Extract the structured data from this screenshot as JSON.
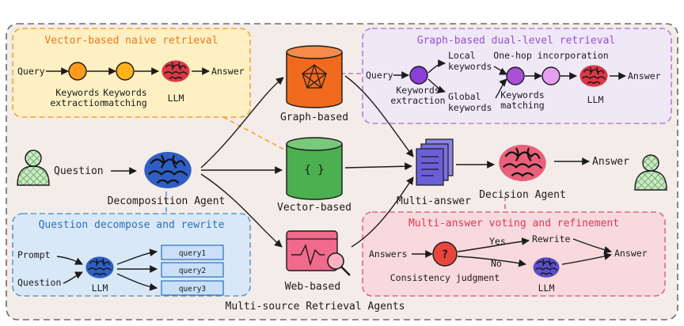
{
  "colors": {
    "outer_fill": "#f4ece8",
    "vector_box_fill": "#fdf0c2",
    "vector_box_stroke": "#f2a33a",
    "vector_title": "#e8791e",
    "graph_box_fill": "#efe8f7",
    "graph_box_stroke": "#b57fd9",
    "graph_title": "#9a4fd0",
    "decompose_box_fill": "#d9e8f7",
    "decompose_box_stroke": "#5b9bd5",
    "decompose_title": "#2f6fb8",
    "voting_box_fill": "#f8d9de",
    "voting_box_stroke": "#e06a78",
    "voting_title": "#d63b55",
    "graph_cyl": "#f06a1e",
    "vector_cyl": "#4caf50",
    "web_box": "#f06a8c",
    "docs": "#6a5fd6",
    "brain_blue": "#2f5fc4",
    "brain_red": "#d83a45",
    "brain_pink": "#e8607a",
    "brain_purple": "#5a4fc4",
    "person": "#8fc98f",
    "dot_orange": "#ff9a1e",
    "dot_amber": "#ffb21a",
    "dot_purple": "#8b3fd6",
    "dot_violet": "#a94fd8",
    "dot_lilac": "#e6a0f0",
    "question_red": "#e8453c"
  },
  "outer_label": "Multi-source Retrieval Agents",
  "vector_box": {
    "title": "Vector-based naive retrieval",
    "query": "Query",
    "step1": [
      "Keywords",
      "extraction"
    ],
    "step2": [
      "Keywords",
      "matching"
    ],
    "llm": "LLM",
    "answer": "Answer"
  },
  "graph_box": {
    "title": "Graph-based dual-level retrieval",
    "query": "Query",
    "extract": [
      "Keywords",
      "extraction"
    ],
    "local": [
      "Local",
      "keywords"
    ],
    "global": [
      "Global",
      "keywords"
    ],
    "onehop": "One-hop incorporation",
    "matching": [
      "Keywords",
      "matching"
    ],
    "llm": "LLM",
    "answer": "Answer"
  },
  "decompose_box": {
    "title": "Question decompose and rewrite",
    "prompt": "Prompt",
    "question": "Question",
    "llm": "LLM",
    "queries": [
      "query1",
      "query2",
      "query3"
    ]
  },
  "voting_box": {
    "title": "Multi-answer voting and refinement",
    "answers": "Answers",
    "symbol": "?",
    "judgment": "Consistency judgment",
    "yes": "Yes",
    "no": "No",
    "rewrite": "Rewrite",
    "llm": "LLM",
    "answer": "Answer"
  },
  "main": {
    "question": "Question",
    "decomposition_agent": "Decomposition Agent",
    "graph_based": "Graph-based",
    "vector_based": "Vector-based",
    "web_based": "Web-based",
    "vector_symbol": "{ }",
    "multi_answer": "Multi-answer",
    "decision_agent": "Decision Agent",
    "answer": "Answer"
  }
}
